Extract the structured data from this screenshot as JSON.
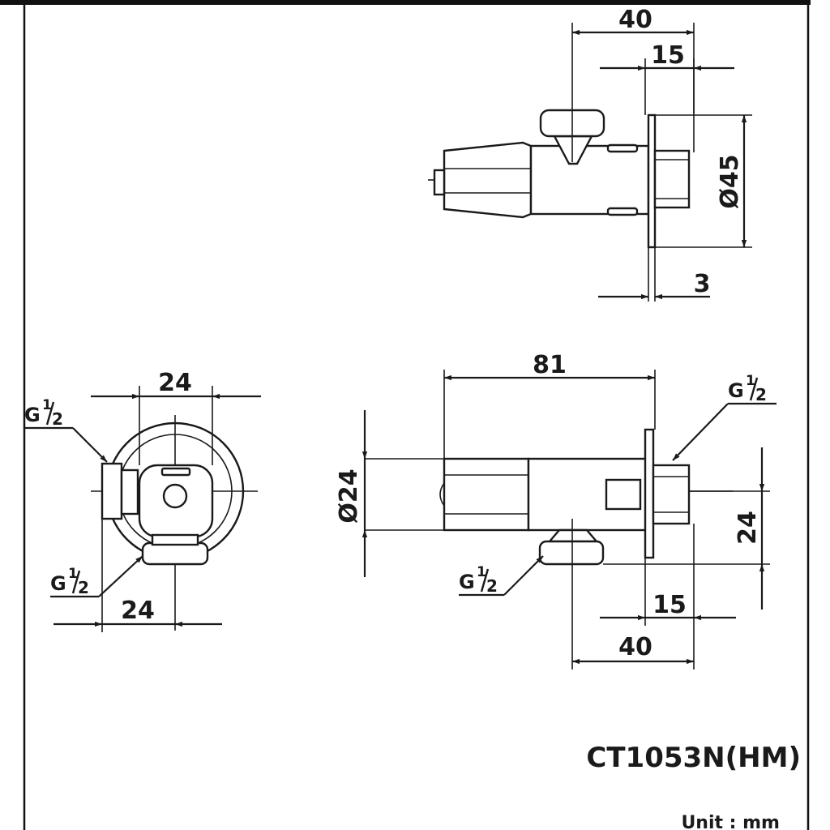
{
  "drawing": {
    "model": "CT1053N(HM)",
    "unit_label": "Unit : mm"
  },
  "top_view": {
    "dim_overall_length": "40",
    "dim_flange_offset": "15",
    "dim_flange_diameter": "Ø45",
    "dim_flange_thickness": "3"
  },
  "end_view": {
    "dim_top_width": "24",
    "dim_bottom_width": "24",
    "thread_top": {
      "g": "G",
      "num": "1",
      "den": "2"
    },
    "thread_bottom": {
      "g": "G",
      "num": "1",
      "den": "2"
    }
  },
  "side_view": {
    "dim_body_length": "81",
    "dim_body_diameter": "Ø24",
    "dim_outlet_offset": "24",
    "dim_flange_offset": "15",
    "dim_overall_length": "40",
    "thread_wall": {
      "g": "G",
      "num": "1",
      "den": "2"
    },
    "thread_outlet": {
      "g": "G",
      "num": "1",
      "den": "2"
    }
  }
}
